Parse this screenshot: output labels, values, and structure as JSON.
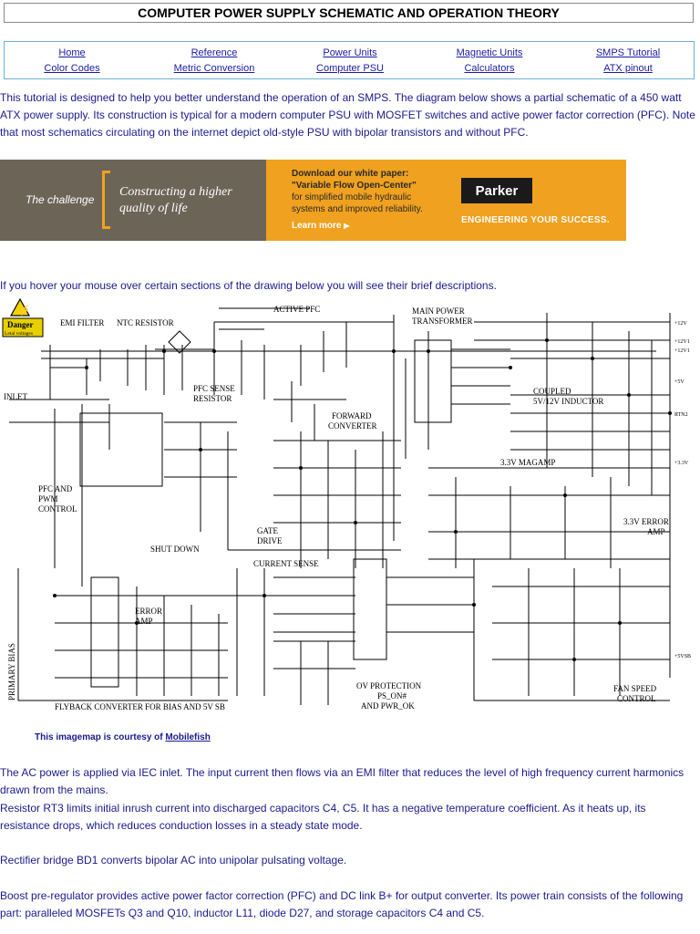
{
  "page": {
    "title": "COMPUTER POWER SUPPLY SCHEMATIC AND OPERATION THEORY"
  },
  "nav": {
    "row1": [
      "Home",
      "Reference",
      "Power Units",
      "Magnetic Units",
      "SMPS Tutorial"
    ],
    "row2": [
      "Color Codes",
      "Metric Conversion",
      "Computer PSU",
      "Calculators",
      "ATX pinout"
    ]
  },
  "intro": "This tutorial is designed to help you better understand the operation of an SMPS. The diagram below shows a partial schematic of a 450 watt ATX power supply. Its construction is typical for a modern computer PSU with MOSFET switches and active power factor correction (PFC). Note that most schematics circulating on the internet depict old-style PSU with bipolar transistors and without PFC.",
  "ad": {
    "challenge": "The challenge",
    "headline": [
      "Constructing a higher",
      "quality of life"
    ],
    "download": [
      "Download our white paper:",
      "\"Variable Flow Open-Center\"",
      "for simplified mobile hydraulic",
      "systems and improved reliability."
    ],
    "learn_more": "Learn more",
    "brand": "Parker",
    "tagline": "ENGINEERING YOUR SUCCESS.",
    "colors": {
      "left": "#6d6458",
      "right": "#f0a11f",
      "bracket": "#f0a11f"
    }
  },
  "hover_note": "If you hover your mouse over certain sections of the drawing below you will see their brief descriptions.",
  "schematic": {
    "danger": "Danger",
    "danger_sub": "Letal voltages",
    "labels": {
      "emi": "EMI FILTER",
      "ntc": "NTC RESISTOR",
      "pfc_active": "ACTIVE PFC",
      "main_transformer": [
        "MAIN POWER",
        "TRANSFORMER"
      ],
      "inlet": "INLET",
      "pfc_sense": [
        "PFC SENSE",
        "RESISTOR"
      ],
      "forward": [
        "FORWARD",
        "CONVERTER"
      ],
      "coupled": [
        "COUPLED",
        "5V/12V INDUCTOR"
      ],
      "magamp": "3.3V MAGAMP",
      "pfc_pwm": [
        "PFC AND",
        "PWM",
        "CONTROL"
      ],
      "gate_drive": [
        "GATE",
        "DRIVE"
      ],
      "shut_down": "SHUT DOWN",
      "current_sense": "CURRENT SENSE",
      "error_amp": [
        "ERROR",
        "AMP"
      ],
      "error_33": [
        "3.3V ERROR",
        "AMP"
      ],
      "primary_bias": "PRIMARY BIAS",
      "ov_protection": [
        "OV PROTECTION",
        "PS_ON#",
        "AND PWR_OK"
      ],
      "fan_speed": [
        "FAN SPEED",
        "CONTROL"
      ],
      "flyback": "FLYBACK CONVERTER FOR BIAS AND 5V SB"
    },
    "outputs": [
      "+12V",
      "+12V1",
      "+12V1",
      "+5V",
      "RTN2",
      "+3.3V",
      "+5VSB"
    ]
  },
  "courtesy": {
    "text": "This imagemap is courtesy of",
    "link": "Mobilefish"
  },
  "body_paragraphs": [
    "The AC power is applied via IEC inlet. The input current then flows via an EMI filter that reduces the level of high frequency current harmonics drawn from the mains.",
    "Resistor RT3 limits initial inrush current into discharged capacitors C4, C5. It has a negative temperature coefficient. As it heats up, its resistance drops, which reduces conduction losses in a steady state mode.",
    "Rectifier bridge BD1 converts bipolar AC into unipolar pulsating voltage.",
    "Boost pre-regulator provides active power factor correction (PFC) and DC link B+ for output converter. Its power train consists of the following part: paralleled MOSFETs Q3 and Q10, inductor L11, diode D27, and storage capacitors C4 and C5."
  ]
}
